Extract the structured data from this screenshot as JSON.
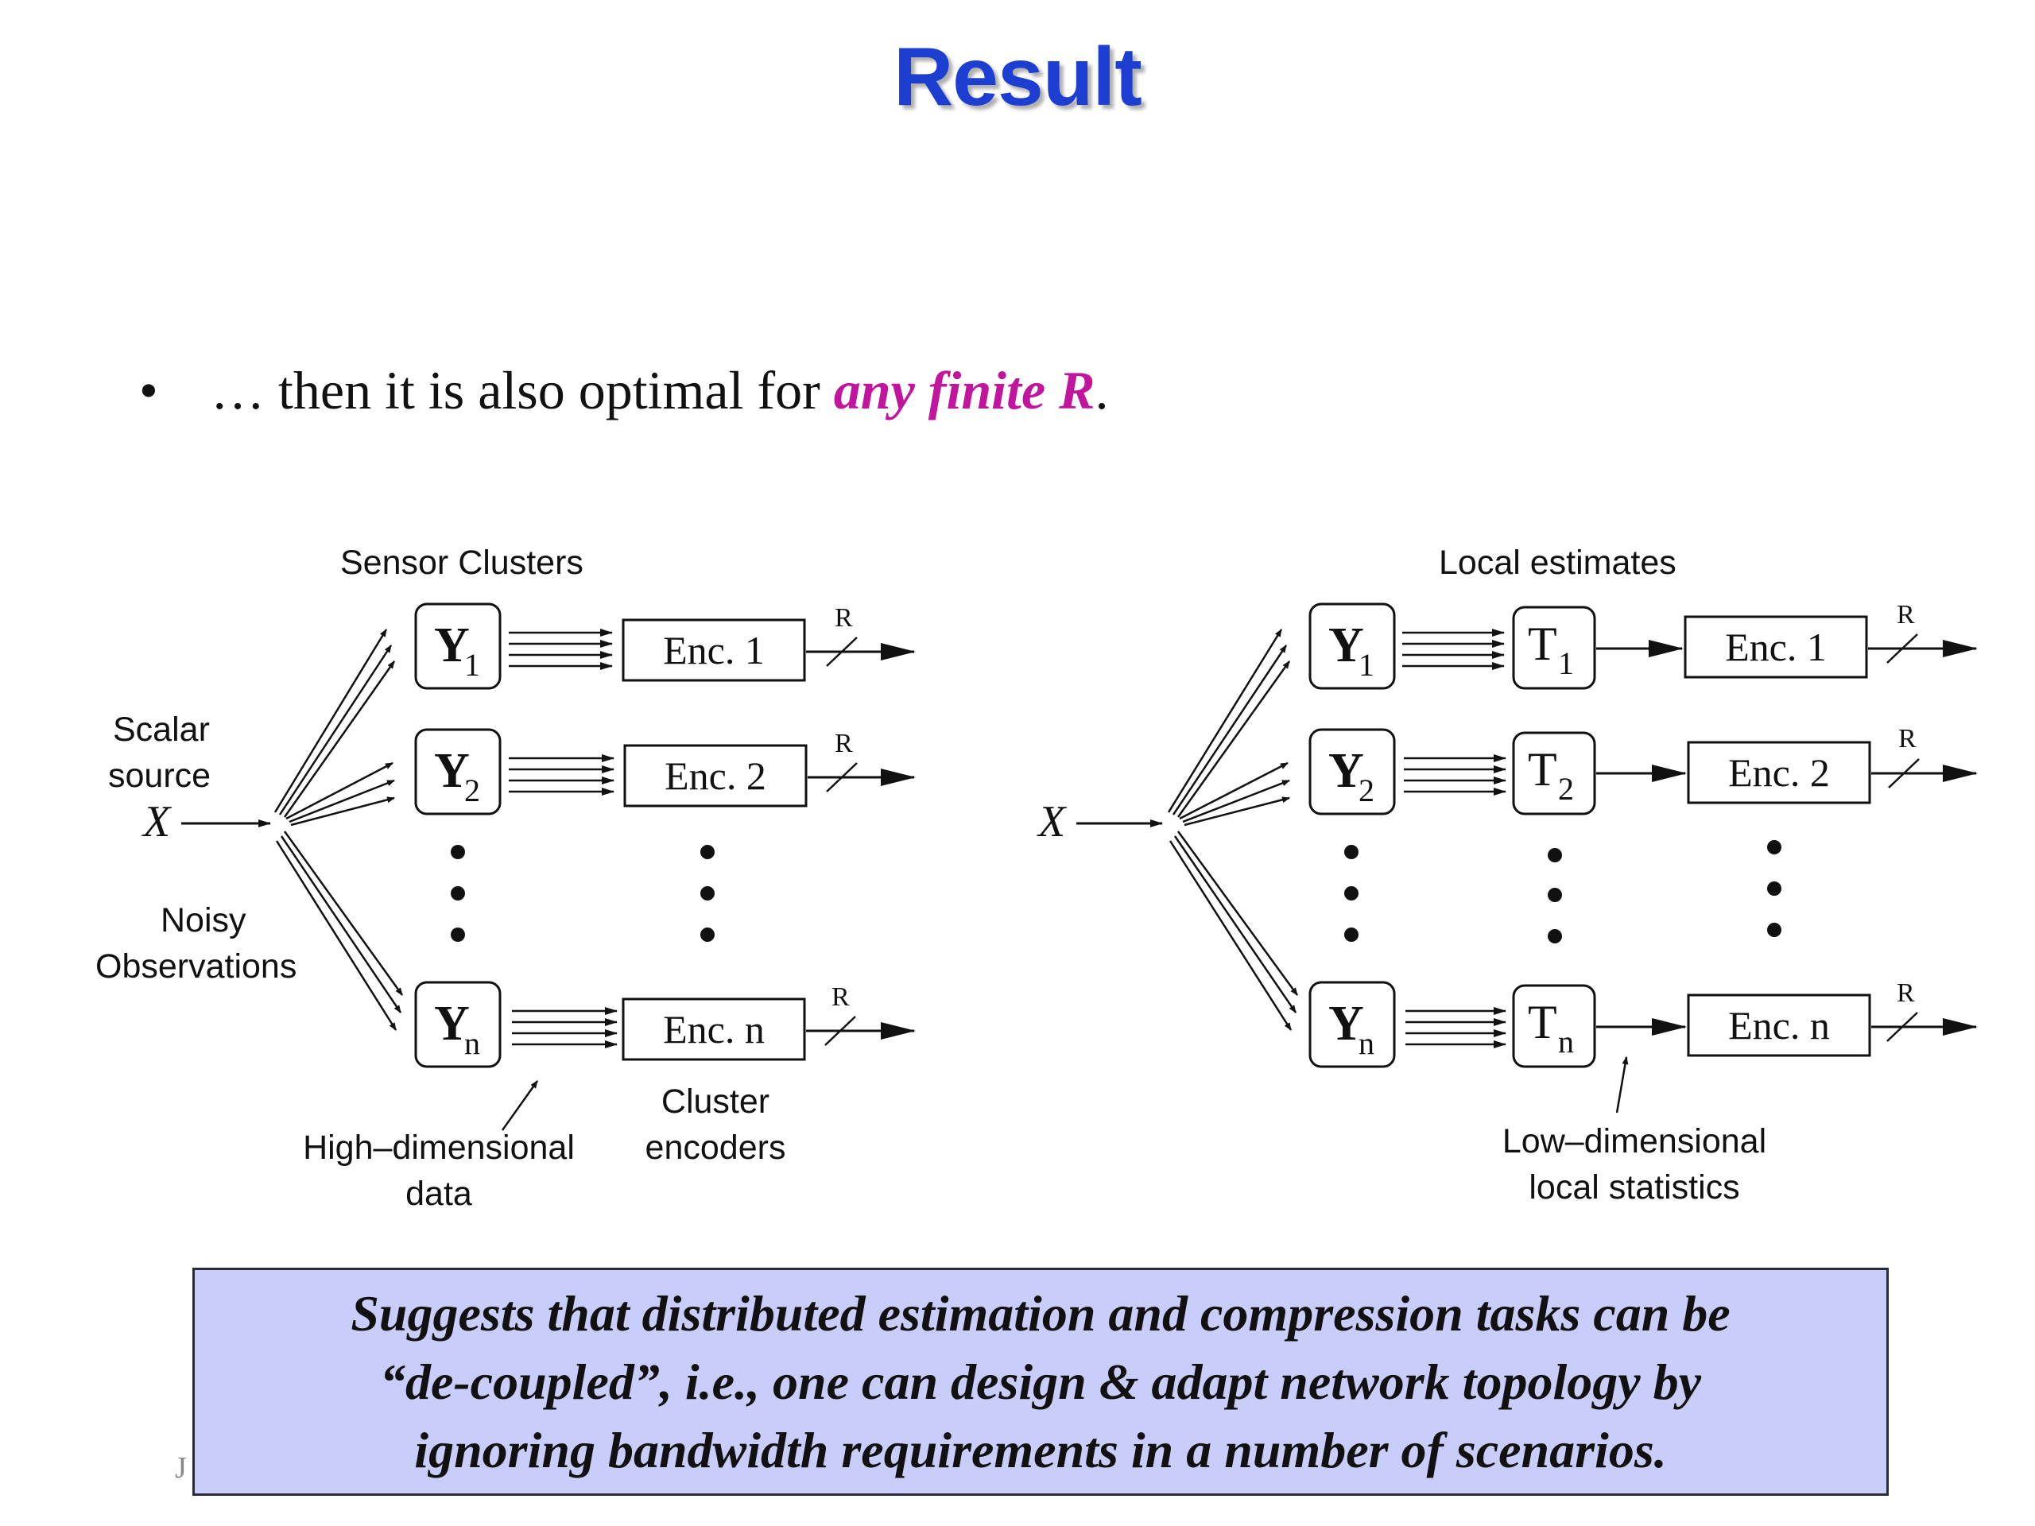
{
  "title": "Result",
  "bullet": {
    "symbol": "•",
    "text": "… then it is also optimal for ",
    "emphasis": "any finite R",
    "end": "."
  },
  "colors": {
    "title": "#1c3fd1",
    "emphasis": "#c0159c",
    "note_background": "#c8cdfa"
  },
  "left_diagram": {
    "heading": "Sensor Clusters",
    "source_label_1": "Scalar",
    "source_label_2": "source",
    "source_symbol": "X",
    "noisy_label_1": "Noisy",
    "noisy_label_2": "Observations",
    "clusters": [
      {
        "name": "Y",
        "sub": "1",
        "encoder": "Enc. 1",
        "rate": "R"
      },
      {
        "name": "Y",
        "sub": "2",
        "encoder": "Enc. 2",
        "rate": "R"
      },
      {
        "name": "Y",
        "sub": "n",
        "encoder": "Enc. n",
        "rate": "R"
      }
    ],
    "data_label_1": "High–dimensional",
    "data_label_2": "data",
    "encoders_label_1": "Cluster",
    "encoders_label_2": "encoders"
  },
  "right_diagram": {
    "heading": "Local estimates",
    "source_symbol": "X",
    "clusters": [
      {
        "name": "Y",
        "sub": "1",
        "stat": "T",
        "stat_sub": "1",
        "encoder": "Enc. 1",
        "rate": "R"
      },
      {
        "name": "Y",
        "sub": "2",
        "stat": "T",
        "stat_sub": "2",
        "encoder": "Enc. 2",
        "rate": "R"
      },
      {
        "name": "Y",
        "sub": "n",
        "stat": "T",
        "stat_sub": "n",
        "encoder": "Enc. n",
        "rate": "R"
      }
    ],
    "stats_label_1": "Low–dimensional",
    "stats_label_2": "local statistics"
  },
  "note": "Suggests that distributed estimation and compression tasks can be\n“de-coupled”, i.e., one can design & adapt network topology by\nignoring bandwidth requirements in a number of scenarios.",
  "footer_fragment": "J"
}
